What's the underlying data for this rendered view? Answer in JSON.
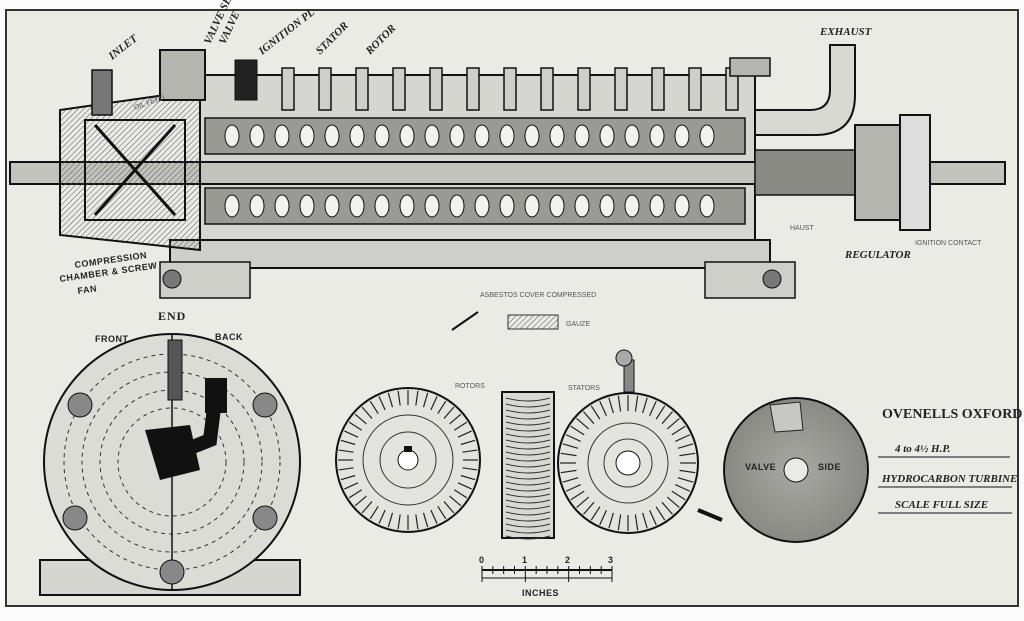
{
  "labels": {
    "inlet": "INLET",
    "valve_seat": "VALVE SEAT",
    "valve": "VALVE",
    "ignition_plug": "IGNITION PL",
    "stator": "STATOR",
    "rotor": "ROTOR",
    "exhaust_top": "EXHAUST",
    "oil_feed": "OIL FEED",
    "exhaust_side": "HAUST",
    "regulator": "REGULATOR",
    "ignition_contact": "IGNITION CONTACT",
    "compression_1": "COMPRESSION",
    "compression_2": "CHAMBER & SCREW",
    "compression_3": "FAN",
    "asbestos": "ASBESTOS COVER COMPRESSED",
    "gauze": "GAUZE",
    "end": "END",
    "front": "FRONT",
    "back": "BACK",
    "rotors": "ROTORS",
    "stators": "STATORS",
    "valve_disc": "VALVE",
    "disc_label_2": "SIDE",
    "inches": "INCHES",
    "scale_ticks": [
      "0",
      "1",
      "2",
      "3"
    ]
  },
  "title_block": {
    "maker": "OVENELLS OXFORD",
    "power": "4 to 4½ H.P.",
    "description": "HYDROCARBON TURBINE",
    "scale": "SCALE FULL SIZE"
  },
  "colors": {
    "paper": "#ebebe6",
    "ink": "#1a1a1a",
    "metal": "#c8c8c2"
  }
}
